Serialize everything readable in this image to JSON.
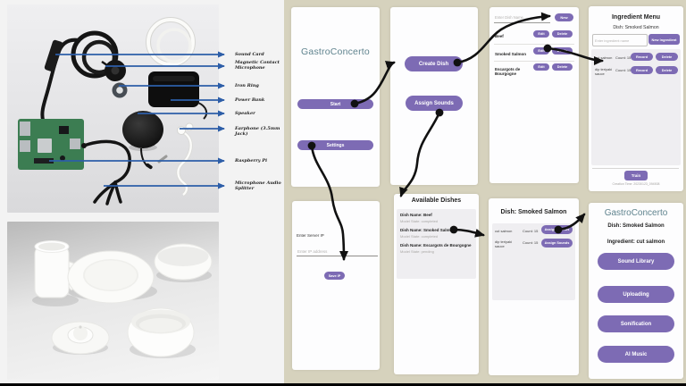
{
  "colors": {
    "accent_purple": "#7d6bb4",
    "title_teal": "#5f838e",
    "canvas_beige": "#d6d2bd",
    "label_arrow_blue": "#2d5ea8",
    "flow_arrow_black": "#111111"
  },
  "hardware_photo": {
    "labels": [
      "Sound Card",
      "Magnetic Contact Microphone",
      "Iron Ring",
      "Power Bank",
      "Speaker",
      "Earphone (3.5mm Jack)",
      "Raspberry Pi",
      "Microphone Audio Splitter"
    ]
  },
  "screens": {
    "home": {
      "title": "GastroConcerto",
      "start_label": "Start",
      "settings_label": "Settings"
    },
    "menu": {
      "create_dish_label": "Create Dish",
      "assign_sounds_label": "Assign Sounds"
    },
    "dish_list": {
      "input_placeholder": "Enter Dish Name",
      "new_label": "New",
      "edit_label": "Edit",
      "delete_label": "Delete",
      "rows": [
        {
          "name": "Beef"
        },
        {
          "name": "Smoked Salmon"
        },
        {
          "name": "Escargots de Bourgogne"
        }
      ]
    },
    "ingredient_menu": {
      "title": "Ingredient Menu",
      "dish": "Dish: Smoked Salmon",
      "input_placeholder": "Enter ingredient name",
      "new_ingredient_label": "New Ingredient",
      "record_label": "Record",
      "delete_label": "Delete",
      "train_label": "Train",
      "creation_time": "Creation Time: 20230123_094508",
      "rows": [
        {
          "name": "cut salmon",
          "count": "Count: 15"
        },
        {
          "name": "dip teriyaki sauce",
          "count": "Count: 15"
        }
      ]
    },
    "settings": {
      "server_ip_label": "Enter Server IP",
      "input_placeholder": "Enter IP address",
      "save_label": "Save IP"
    },
    "available_dishes": {
      "title": "Available Dishes",
      "rows": [
        {
          "name": "Dish Name: Beef",
          "state": "Model State: completed"
        },
        {
          "name": "Dish Name: Smoked Salmon",
          "state": "Model State: completed"
        },
        {
          "name": "Dish Name: Escargots de Bourgogne",
          "state": "Model State: pending"
        }
      ]
    },
    "dish_detail": {
      "title": "Dish: Smoked Salmon",
      "assign_label": "Assign Sounds",
      "rows": [
        {
          "name": "cut salmon",
          "count": "Count: 15"
        },
        {
          "name": "dip teriyaki sauce",
          "count": "Count: 15"
        }
      ]
    },
    "sound_menu": {
      "title": "GastroConcerto",
      "dish": "Dish: Smoked Salmon",
      "ingredient": "Ingredient: cut salmon",
      "buttons": [
        "Sound Library",
        "Uploading",
        "Sonification",
        "AI Music"
      ]
    }
  }
}
